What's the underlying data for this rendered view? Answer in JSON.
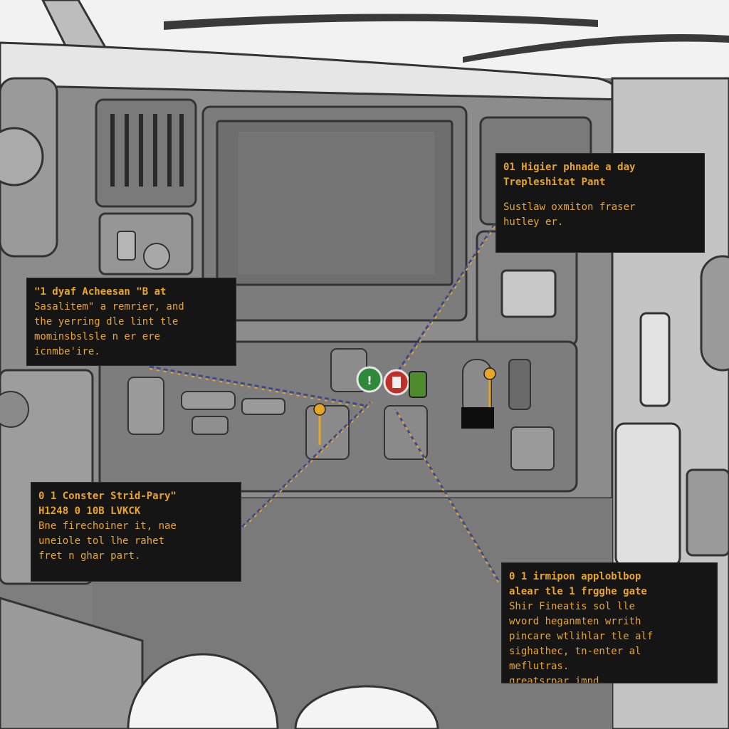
{
  "callouts": {
    "top_right": {
      "title": [
        "01 Higier phnade a day",
        "Trepleshitat Pant"
      ],
      "body": [
        "Sustlaw oxmiton fraser",
        "hutley er."
      ]
    },
    "left_upper": {
      "title": [
        "\"1 dyaf Acheesan \"B at"
      ],
      "body": [
        "Sasalitem\" a remrier, and",
        "the yerring dle lint tle",
        "mominsbslsle n er ere",
        "icnmbe'ire."
      ]
    },
    "left_lower": {
      "title": [
        "0 1 Conster Strid-Pary\"",
        "H1248 0 10B LVKCK"
      ],
      "body": [
        "Bne firechoiner it, nae",
        "uneiole tol lhe rahet",
        "fret n ghar part."
      ]
    },
    "bottom_right": {
      "title": [
        "0 1 irmipon apploblbop",
        "alear tle 1 frgghe gate"
      ],
      "body": [
        "Shir Fineatis sol lle",
        "wvord heganmten wrrith",
        "pincare wtlihlar tle alf",
        "sighathec, tn-enter al",
        "meflutras.",
        "qreatsrpar imnd."
      ]
    }
  },
  "colors": {
    "panel_bg": "#151515",
    "text_accent": "#e9a526",
    "leader_line": "#3e4a8c",
    "pin_orange": "#e9a526",
    "button_green": "#2e8a3a",
    "button_red": "#c0302a"
  },
  "icons": [
    "green-power-button-icon",
    "red-stop-button-icon",
    "orange-pin-icon",
    "air-vent-icon"
  ]
}
